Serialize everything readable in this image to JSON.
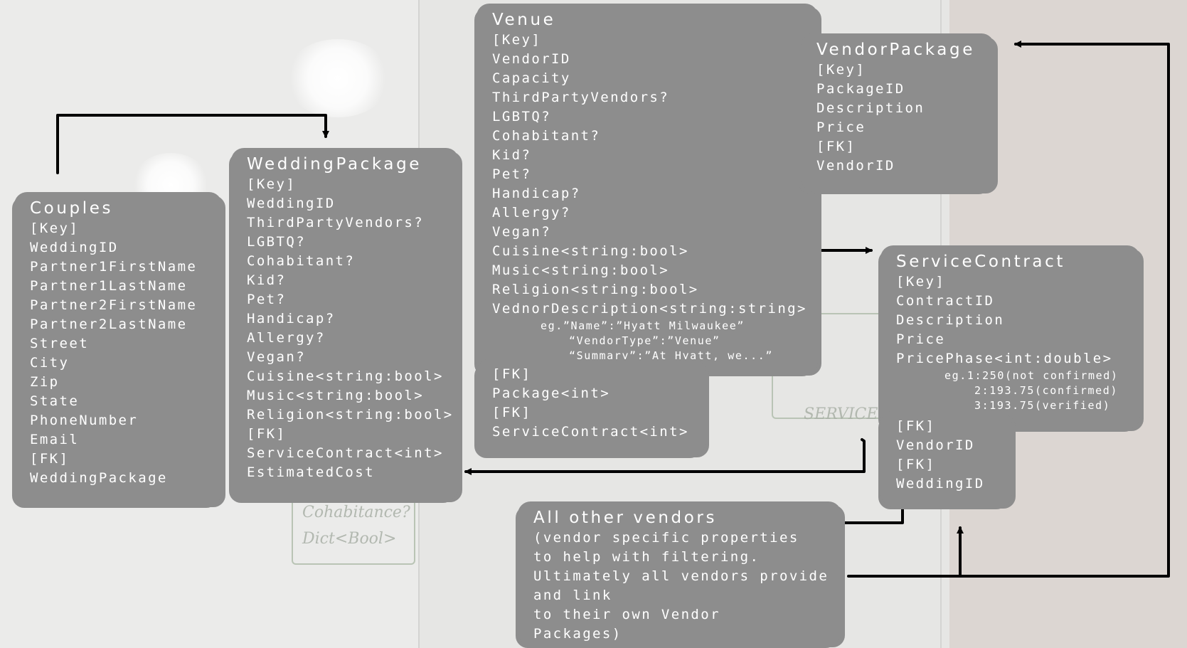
{
  "colors": {
    "box_fill": "#8d8d8d",
    "text": "#ffffff",
    "arrow": "#000000",
    "whiteboard": "#ebebea",
    "wall": "#dcd6d2"
  },
  "couples": {
    "title": "Couples",
    "lines": [
      "[Key]",
      "WeddingID",
      "Partner1FirstName",
      "Partner1LastName",
      "Partner2FirstName",
      "Partner2LastName",
      "Street",
      "City",
      "Zip",
      "State",
      "PhoneNumber",
      "Email",
      "[FK]",
      "WeddingPackage"
    ]
  },
  "wedding_package": {
    "title": "WeddingPackage",
    "lines": [
      "[Key]",
      "WeddingID",
      "ThirdPartyVendors?",
      "LGBTQ?",
      "Cohabitant?",
      "Kid?",
      "Pet?",
      "Handicap?",
      "Allergy?",
      "Vegan?",
      "Cuisine<string:bool>",
      "Music<string:bool>",
      "Religion<string:bool>",
      "[FK]",
      "ServiceContract<int>",
      "EstimatedCost"
    ]
  },
  "venue": {
    "title": "Venue",
    "lines": [
      "[Key]",
      "VendorID",
      "Capacity",
      "ThirdPartyVendors?",
      "LGBTQ?",
      "Cohabitant?",
      "Kid?",
      "Pet?",
      "Handicap?",
      "Allergy?",
      "Vegan?",
      "Cuisine<string:bool>",
      "Music<string:bool>",
      "Religion<string:bool>",
      "VednorDescription<string:string>"
    ],
    "example": [
      "eg.”Name”:”Hyatt Milwaukee”",
      "“VendorType”:”Venue”",
      "“Summary”:”At Hyatt, we...”"
    ],
    "fk_lines": [
      "[FK]",
      "Package<int>",
      "[FK]",
      "ServiceContract<int>"
    ]
  },
  "vendor_package": {
    "title": "VendorPackage",
    "lines": [
      "[Key]",
      "PackageID",
      "Description",
      "Price",
      "[FK]",
      "VendorID"
    ]
  },
  "service_contract": {
    "title": "ServiceContract",
    "lines": [
      "[Key]",
      "ContractID",
      "Description",
      "Price",
      "PricePhase<int:double>"
    ],
    "example": [
      "eg.1:250(not confirmed)",
      "2:193.75(confirmed)",
      "3:193.75(verified)"
    ],
    "fk_lines": [
      "[FK]",
      "VendorID",
      "[FK]",
      "WeddingID"
    ]
  },
  "other_vendors": {
    "title": "All other vendors",
    "lines": [
      "(vendor specific properties",
      "to help with filtering.",
      "Ultimately all vendors provide",
      "and link",
      "to their own Vendor",
      "Packages)"
    ]
  }
}
